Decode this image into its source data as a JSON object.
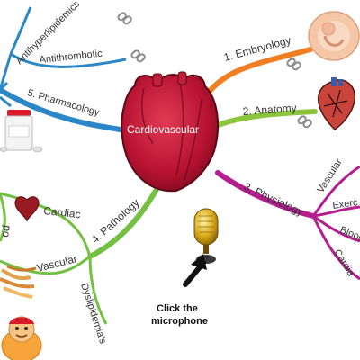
{
  "center": {
    "label": "Cardiovascular"
  },
  "branches": {
    "embryology": {
      "label": "1. Embryology",
      "color": "#f07f22"
    },
    "anatomy": {
      "label": "2. Anatomy",
      "color": "#8cc63f"
    },
    "physiology": {
      "label": "3. Physiology",
      "color": "#b41e8e",
      "children": [
        "Vascular",
        "Exerc",
        "Blood",
        "Cardia"
      ]
    },
    "pathology": {
      "label": "4. Pathology",
      "color": "#73c043",
      "children": [
        "Cardiac",
        "Vascular",
        "Dyslipidemia's",
        "od"
      ]
    },
    "pharmacology": {
      "label": "5. Pharmacology",
      "color": "#2b87c8",
      "children": [
        "Antihyperlipidemics",
        "Antithrombotic"
      ]
    }
  },
  "microphone": {
    "line1": "Click the",
    "line2": "microphone"
  },
  "icons": [
    "link-icon",
    "heart-icon",
    "embryo-icon",
    "anatomy-heart-icon",
    "pill-bottle-icon",
    "microphone-icon",
    "arrow-icon",
    "veins-icon",
    "mascot-icon"
  ]
}
